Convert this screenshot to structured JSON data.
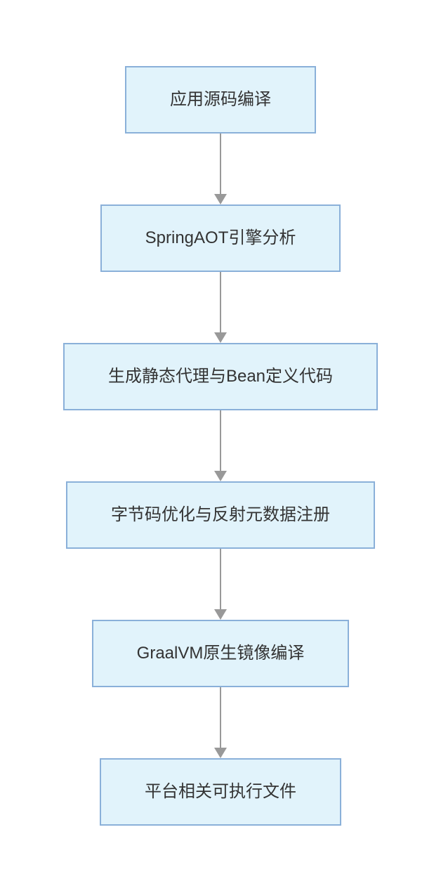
{
  "diagram": {
    "type": "flowchart",
    "direction": "top-to-bottom",
    "colors": {
      "background": "#ffffff",
      "node_fill": "#e1f3fb",
      "node_border": "#8ab0d9",
      "node_text": "#333333",
      "arrow": "#999999"
    },
    "nodes": [
      {
        "id": "n1",
        "label": "应用源码编译"
      },
      {
        "id": "n2",
        "label": "SpringAOT引擎分析"
      },
      {
        "id": "n3",
        "label": "生成静态代理与Bean定义代码"
      },
      {
        "id": "n4",
        "label": "字节码优化与反射元数据注册"
      },
      {
        "id": "n5",
        "label": "GraalVM原生镜像编译"
      },
      {
        "id": "n6",
        "label": "平台相关可执行文件"
      }
    ],
    "edges": [
      {
        "from": "n1",
        "to": "n2"
      },
      {
        "from": "n2",
        "to": "n3"
      },
      {
        "from": "n3",
        "to": "n4"
      },
      {
        "from": "n4",
        "to": "n5"
      },
      {
        "from": "n5",
        "to": "n6"
      }
    ]
  }
}
